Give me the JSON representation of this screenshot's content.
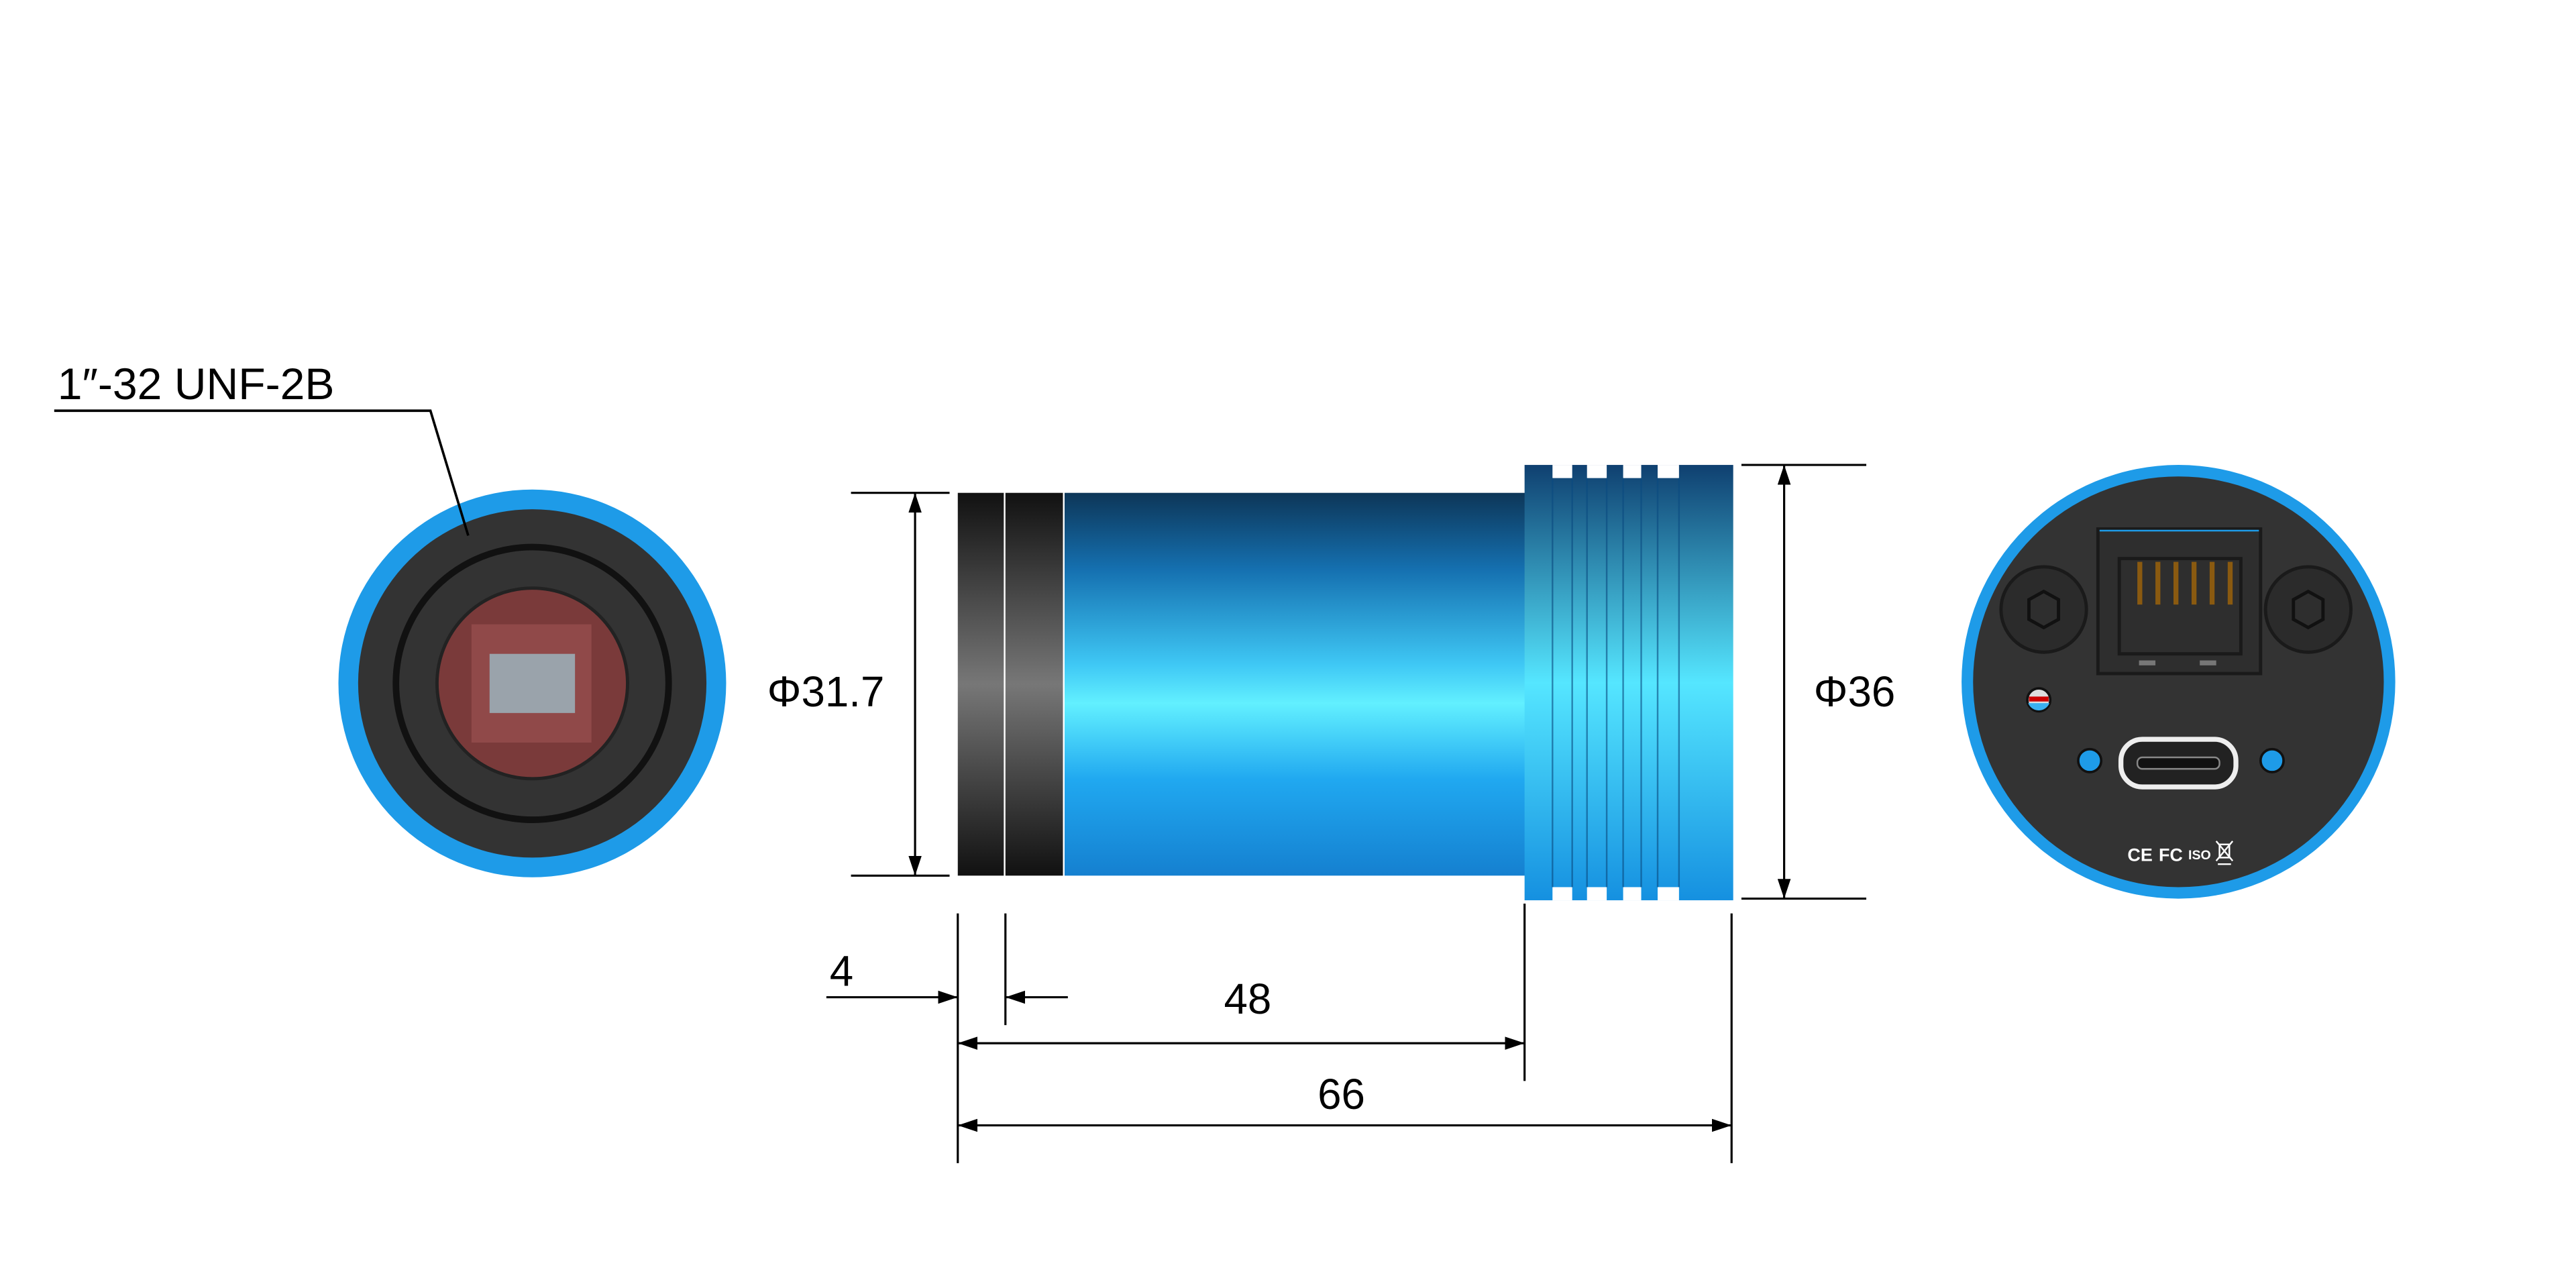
{
  "thread_label": "1″-32 UNF-2B",
  "dimensions": {
    "front_diameter": "Φ31.7",
    "rear_diameter": "Φ36",
    "front_ring_width": "4",
    "body_length": "48",
    "total_length": "66"
  },
  "back_panel": {
    "logos": [
      "CE",
      "FC",
      "ISO",
      "WEEE"
    ],
    "ports": [
      "rj45-port",
      "usb-c-port"
    ]
  },
  "colors": {
    "housing_blue": "#1e9be8",
    "dark_body": "#333333",
    "sensor_window": "#7a3a3a",
    "sensor": "#9aa3ab",
    "rj45_pins": "#8a5a10"
  }
}
